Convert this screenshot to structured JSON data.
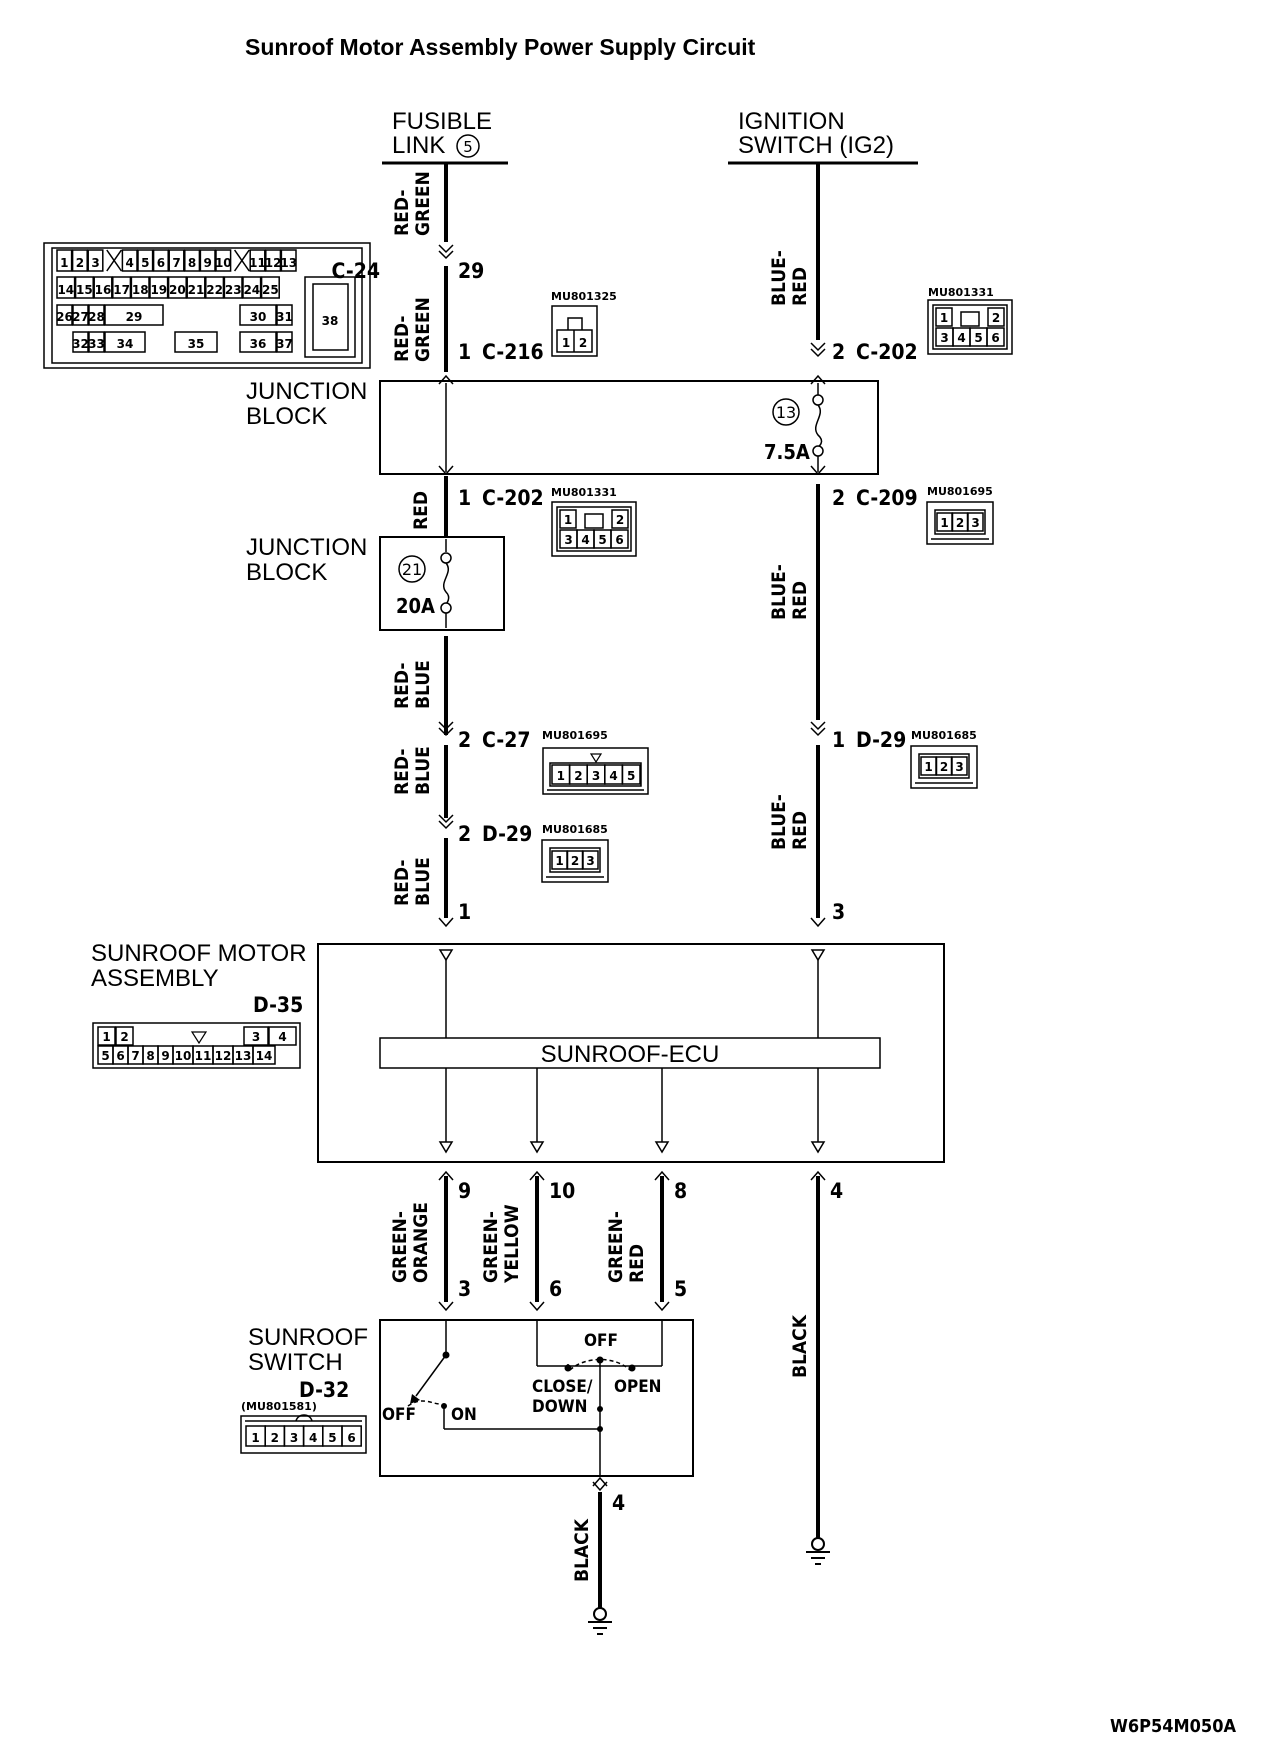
{
  "title": "Sunroof Motor Assembly Power Supply Circuit",
  "sources": {
    "fusible_link": [
      "FUSIBLE",
      "LINK"
    ],
    "fusible_link_number": "5",
    "ignition_switch": [
      "IGNITION",
      "SWITCH (IG2)"
    ]
  },
  "connector_panel": {
    "row1": [
      "1",
      "2",
      "3",
      "4",
      "5",
      "6",
      "7",
      "8",
      "9",
      "10",
      "11",
      "12",
      "13"
    ],
    "row2": [
      "14",
      "15",
      "16",
      "17",
      "18",
      "19",
      "20",
      "21",
      "22",
      "23",
      "24",
      "25"
    ],
    "row3": [
      "26",
      "27",
      "28",
      "29",
      "30",
      "31"
    ],
    "row4": [
      "32",
      "33",
      "34",
      "35",
      "36",
      "37"
    ],
    "big": "38"
  },
  "left_wire": {
    "colors": {
      "red_green": [
        "RED-",
        "GREEN"
      ],
      "red": "RED",
      "red_blue": [
        "RED-",
        "BLUE"
      ]
    },
    "c24": {
      "connector": "C-24",
      "pin": "29"
    },
    "c216": {
      "pin": "1",
      "connector": "C-216",
      "part": "MU801325",
      "pins": [
        "1",
        "2"
      ]
    },
    "c202": {
      "pin": "1",
      "connector": "C-202",
      "part": "MU801331"
    },
    "c27": {
      "pin": "2",
      "connector": "C-27",
      "part": "MU801695",
      "pins": [
        "1",
        "2",
        "3",
        "4",
        "5"
      ]
    },
    "d29": {
      "pin": "2",
      "connector": "D-29",
      "part": "MU801685"
    },
    "end_pin": "1"
  },
  "right_wire": {
    "color": [
      "BLUE-",
      "RED"
    ],
    "c202": {
      "pin": "2",
      "connector": "C-202",
      "part": "MU801331"
    },
    "c209": {
      "pin": "2",
      "connector": "C-209",
      "part": "MU801695"
    },
    "d29": {
      "pin": "1",
      "connector": "D-29",
      "part": "MU801685"
    },
    "end_pin": "3"
  },
  "six_pin_connector": {
    "top": [
      "1",
      "2"
    ],
    "bottom": [
      "3",
      "4",
      "5",
      "6"
    ]
  },
  "three_pin_connector": [
    "1",
    "2",
    "3"
  ],
  "junction_block_1": {
    "label": [
      "JUNCTION",
      "BLOCK"
    ],
    "fuse_number": "13",
    "fuse_rating": "7.5A"
  },
  "junction_block_2": {
    "label": [
      "JUNCTION",
      "BLOCK"
    ],
    "fuse_number": "21",
    "fuse_rating": "20A"
  },
  "motor_assembly": {
    "label": [
      "SUNROOF MOTOR",
      "ASSEMBLY"
    ],
    "connector": "D-35",
    "ecu_label": "SUNROOF-ECU",
    "conn_top": [
      "1",
      "2",
      "3",
      "4"
    ],
    "conn_bottom": [
      "5",
      "6",
      "7",
      "8",
      "9",
      "10",
      "11",
      "12",
      "13",
      "14"
    ]
  },
  "output_wires": [
    {
      "color": [
        "GREEN-",
        "ORANGE"
      ],
      "ecu_pin": "9",
      "switch_pin": "3"
    },
    {
      "color": [
        "GREEN-",
        "YELLOW"
      ],
      "ecu_pin": "10",
      "switch_pin": "6"
    },
    {
      "color": [
        "GREEN-",
        "RED"
      ],
      "ecu_pin": "8",
      "switch_pin": "5"
    },
    {
      "color": "BLACK",
      "ecu_pin": "4"
    }
  ],
  "sunroof_switch": {
    "label": [
      "SUNROOF",
      "SWITCH"
    ],
    "connector": "D-32",
    "part": "(MU801581)",
    "pins": [
      "1",
      "2",
      "3",
      "4",
      "5",
      "6"
    ],
    "positions": {
      "off_left": "OFF",
      "on": "ON",
      "off_top": "OFF",
      "close_down": [
        "CLOSE/",
        "DOWN"
      ],
      "open": "OPEN"
    },
    "ground_pin": "4",
    "ground_color": "BLACK"
  },
  "figure_code": "W6P54M050A"
}
